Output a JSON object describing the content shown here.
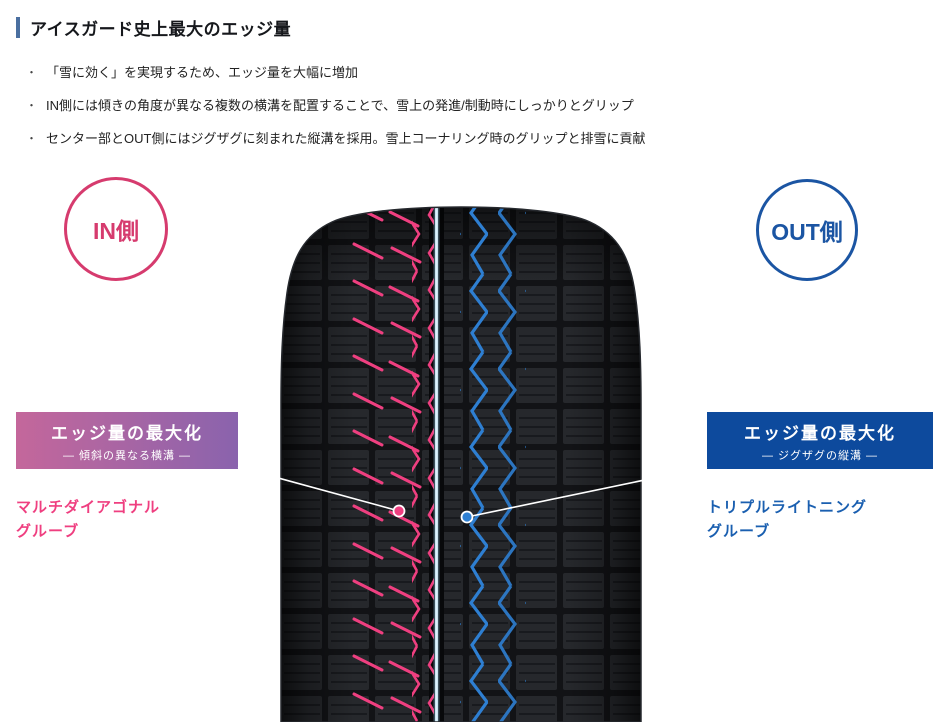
{
  "header": {
    "title": "アイスガード史上最大のエッジ量"
  },
  "bullets": {
    "items": [
      "「雪に効く」を実現するため、エッジ量を大幅に増加",
      "IN側には傾きの角度が異なる複数の横溝を配置することで、雪上の発進/制動時にしっかりとグリップ",
      "センター部とOUT側にはジグザグに刻まれた縦溝を採用。雪上コーナリング時のグリップと排雪に貢献"
    ]
  },
  "side_badges": {
    "in_label": "IN側",
    "out_label": "OUT側"
  },
  "left_callout": {
    "title": "エッジ量の最大化",
    "subtitle": "― 傾斜の異なる横溝 ―",
    "product_line1": "マルチダイアゴナル",
    "product_line2": "グルーブ"
  },
  "right_callout": {
    "title": "エッジ量の最大化",
    "subtitle": "― ジグザグの縦溝 ―",
    "product_line1": "トリプルライトニング",
    "product_line2": "グルーブ"
  },
  "colors": {
    "header_accent": "#4a6fa0",
    "crimson": "#d63b6e",
    "blue": "#1b55a3",
    "pink": "#ef3f80",
    "blue_product": "#1a5fb0",
    "lgrad1": "#c4679b",
    "lgrad2": "#8a63ad",
    "rbox": "#0d4a9d"
  }
}
